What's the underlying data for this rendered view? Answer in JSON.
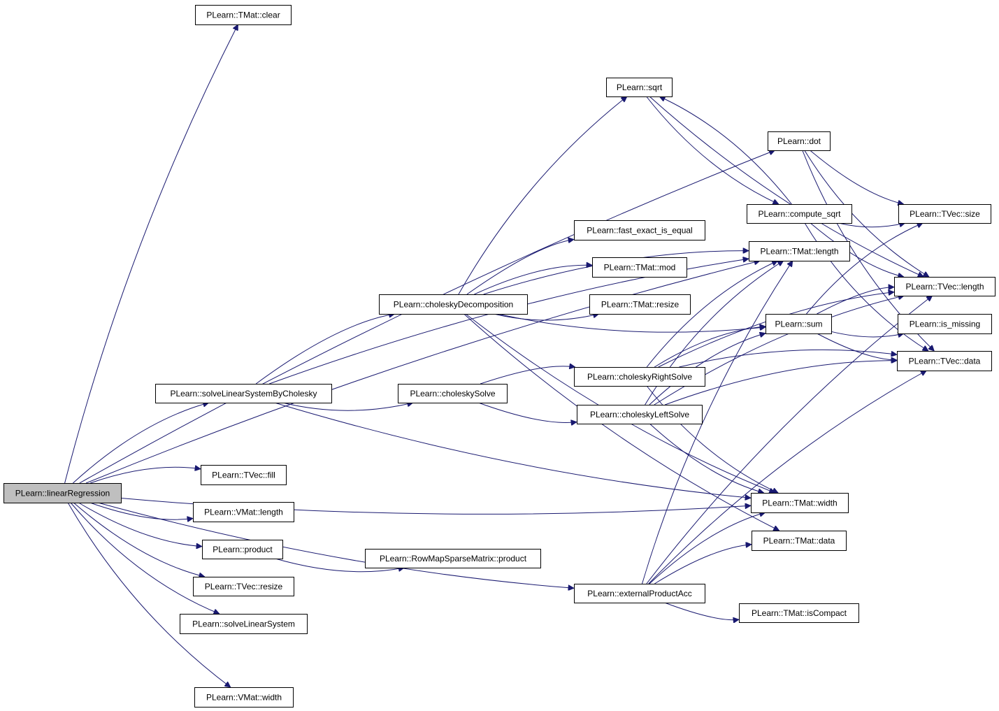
{
  "nodes": {
    "linearRegression": "PLearn::linearRegression",
    "tmat_clear": "PLearn::TMat::clear",
    "sqrt": "PLearn::sqrt",
    "dot": "PLearn::dot",
    "compute_sqrt": "PLearn::compute_sqrt",
    "tvec_size": "PLearn::TVec::size",
    "fast_exact_is_equal": "PLearn::fast_exact_is_equal",
    "tmat_length": "PLearn::TMat::length",
    "tmat_mod": "PLearn::TMat::mod",
    "tvec_length": "PLearn::TVec::length",
    "choleskyDecomposition": "PLearn::choleskyDecomposition",
    "tmat_resize": "PLearn::TMat::resize",
    "sum": "PLearn::sum",
    "is_missing": "PLearn::is_missing",
    "tvec_data": "PLearn::TVec::data",
    "choleskyRightSolve": "PLearn::choleskyRightSolve",
    "solveLinearSystemByCholesky": "PLearn::solveLinearSystemByCholesky",
    "choleskySolve": "PLearn::choleskySolve",
    "choleskyLeftSolve": "PLearn::choleskyLeftSolve",
    "tvec_fill": "PLearn::TVec::fill",
    "tmat_width": "PLearn::TMat::width",
    "vmat_length": "PLearn::VMat::length",
    "tmat_data": "PLearn::TMat::data",
    "product": "PLearn::product",
    "rowmap_product": "PLearn::RowMapSparseMatrix::product",
    "tvec_resize": "PLearn::TVec::resize",
    "externalProductAcc": "PLearn::externalProductAcc",
    "tmat_isCompact": "PLearn::TMat::isCompact",
    "solveLinearSystem": "PLearn::solveLinearSystem",
    "vmat_width": "PLearn::VMat::width"
  },
  "edges": [
    [
      "linearRegression",
      "tmat_clear"
    ],
    [
      "linearRegression",
      "dot"
    ],
    [
      "linearRegression",
      "tmat_length"
    ],
    [
      "linearRegression",
      "solveLinearSystemByCholesky"
    ],
    [
      "linearRegression",
      "tvec_fill"
    ],
    [
      "linearRegression",
      "tmat_width"
    ],
    [
      "linearRegression",
      "vmat_length"
    ],
    [
      "linearRegression",
      "product"
    ],
    [
      "linearRegression",
      "tvec_resize"
    ],
    [
      "linearRegression",
      "solveLinearSystem"
    ],
    [
      "linearRegression",
      "externalProductAcc"
    ],
    [
      "linearRegression",
      "vmat_width"
    ],
    [
      "solveLinearSystemByCholesky",
      "choleskyDecomposition"
    ],
    [
      "solveLinearSystemByCholesky",
      "choleskySolve"
    ],
    [
      "solveLinearSystemByCholesky",
      "tmat_length"
    ],
    [
      "solveLinearSystemByCholesky",
      "tmat_width"
    ],
    [
      "choleskyDecomposition",
      "sqrt"
    ],
    [
      "choleskyDecomposition",
      "fast_exact_is_equal"
    ],
    [
      "choleskyDecomposition",
      "tmat_length"
    ],
    [
      "choleskyDecomposition",
      "tmat_mod"
    ],
    [
      "choleskyDecomposition",
      "tmat_resize"
    ],
    [
      "choleskyDecomposition",
      "sum"
    ],
    [
      "choleskyDecomposition",
      "tmat_width"
    ],
    [
      "choleskyDecomposition",
      "tmat_data"
    ],
    [
      "choleskySolve",
      "choleskyRightSolve"
    ],
    [
      "choleskySolve",
      "choleskyLeftSolve"
    ],
    [
      "choleskyRightSolve",
      "tmat_length"
    ],
    [
      "choleskyRightSolve",
      "sum"
    ],
    [
      "choleskyRightSolve",
      "tvec_length"
    ],
    [
      "choleskyRightSolve",
      "tvec_data"
    ],
    [
      "choleskyRightSolve",
      "tmat_width"
    ],
    [
      "choleskyLeftSolve",
      "tmat_length"
    ],
    [
      "choleskyLeftSolve",
      "sum"
    ],
    [
      "choleskyLeftSolve",
      "tvec_length"
    ],
    [
      "choleskyLeftSolve",
      "tvec_data"
    ],
    [
      "choleskyLeftSolve",
      "tmat_width"
    ],
    [
      "sum",
      "tvec_size"
    ],
    [
      "sum",
      "tvec_length"
    ],
    [
      "sum",
      "is_missing"
    ],
    [
      "sum",
      "tvec_data"
    ],
    [
      "sqrt",
      "compute_sqrt"
    ],
    [
      "sqrt",
      "tvec_length"
    ],
    [
      "compute_sqrt",
      "sqrt"
    ],
    [
      "compute_sqrt",
      "tvec_size"
    ],
    [
      "compute_sqrt",
      "tvec_length"
    ],
    [
      "compute_sqrt",
      "tvec_data"
    ],
    [
      "dot",
      "tvec_size"
    ],
    [
      "dot",
      "tvec_length"
    ],
    [
      "dot",
      "tvec_data"
    ],
    [
      "product",
      "rowmap_product"
    ],
    [
      "externalProductAcc",
      "tmat_length"
    ],
    [
      "externalProductAcc",
      "tvec_length"
    ],
    [
      "externalProductAcc",
      "tmat_width"
    ],
    [
      "externalProductAcc",
      "tmat_data"
    ],
    [
      "externalProductAcc",
      "tmat_isCompact"
    ],
    [
      "externalProductAcc",
      "tvec_data"
    ]
  ]
}
